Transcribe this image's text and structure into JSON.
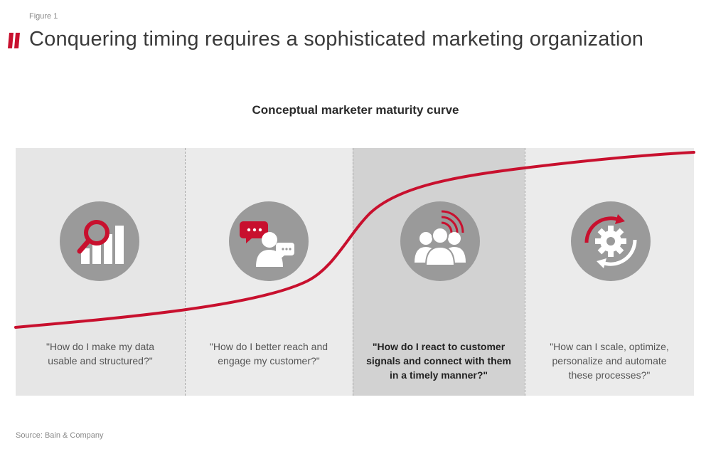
{
  "figure_label": "Figure 1",
  "title": "Conquering timing requires a sophisticated marketing organization",
  "subtitle": "Conceptual marketer maturity curve",
  "stages": [
    {
      "caption_line1": "\"How do I make my data",
      "caption_line2": "usable and structured?\"",
      "caption_line3": "",
      "icon": "magnifier-bar-chart-icon",
      "highlight": false
    },
    {
      "caption_line1": "\"How do I better reach and",
      "caption_line2": "engage my customer?\"",
      "caption_line3": "",
      "icon": "chat-person-icon",
      "highlight": false
    },
    {
      "caption_line1": "\"How do I react to customer",
      "caption_line2": "signals and connect with them",
      "caption_line3": "in a timely manner?\"",
      "icon": "people-signal-icon",
      "highlight": true
    },
    {
      "caption_line1": "\"How can I scale, optimize,",
      "caption_line2": "personalize and automate",
      "caption_line3": "these processes?\"",
      "icon": "gear-cycle-icon",
      "highlight": false
    }
  ],
  "source": "Source: Bain & Company",
  "colors": {
    "accent": "#c8102e",
    "icon_circle": "#9a9a9a",
    "highlight_panel": "#d2d2d2"
  }
}
